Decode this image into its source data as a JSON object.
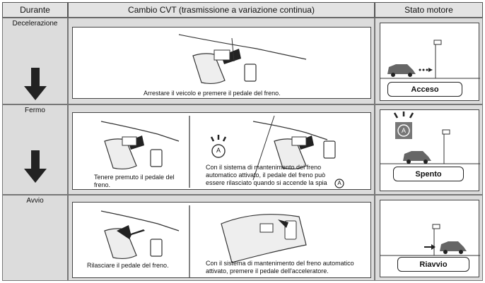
{
  "header": {
    "col_during": "Durante",
    "col_cvt": "Cambio CVT (trasmissione a variazione continua)",
    "col_engine": "Stato motore"
  },
  "rows": {
    "decel": {
      "label": "Decelerazione",
      "caption": "Arrestare il veicolo e premere il pedale del freno.",
      "engine_state": "Acceso"
    },
    "stop": {
      "label": "Fermo",
      "caption_left": "Tenere premuto il pedale del freno.",
      "caption_right_1": "Con il sistema di mantenimento del freno",
      "caption_right_2": "automatico attivato, il pedale del freno può",
      "caption_right_3": "essere rilasciato quando si accende la spia",
      "indicator_letter": "A",
      "engine_state": "Spento"
    },
    "start": {
      "label": "Avvio",
      "caption_left": "Rilasciare il pedale del freno.",
      "caption_right_1": "Con il sistema di mantenimento del freno automatico",
      "caption_right_2": "attivato, premere il pedale dell'acceleratore.",
      "engine_state": "Riavvio"
    }
  }
}
